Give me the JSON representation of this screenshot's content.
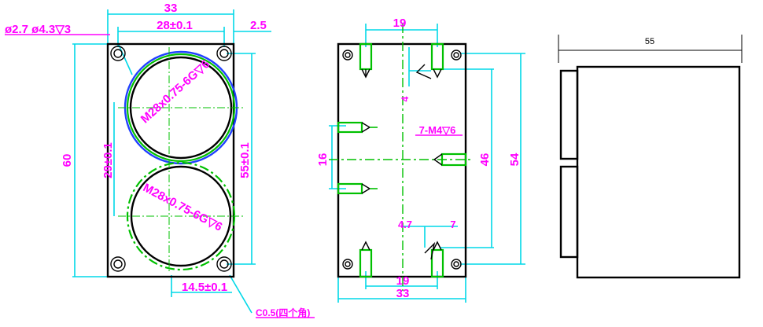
{
  "front_view": {
    "dim_top_width": "33",
    "dim_hole_label": "ø2.7 ø4.3▽3",
    "dim_inner_width": "28±0.1",
    "dim_edge_offset": "2.5",
    "dim_height": "60",
    "dim_center_spacing": "29±0.1",
    "dim_hole_spacing": "55±0.1",
    "dim_bottom": "14.5±0.1",
    "thread_top": "M28x0.75-6G▽6",
    "thread_bottom": "M28x0.75-6G▽6",
    "chamfer_note": "C0.5(四个角)"
  },
  "rear_view": {
    "dim_top": "19",
    "dim_small_4": "4",
    "dim_threads": "7-M4▽6",
    "dim_16": "16",
    "dim_46": "46",
    "dim_54": "54",
    "dim_4_7": "4.7",
    "dim_7": "7",
    "dim_bottom_19": "19",
    "dim_bottom_33": "33"
  },
  "side_view": {
    "dim_width": "55"
  },
  "colors": {
    "dimension": "#ff00ff",
    "extension": "#00d8e8",
    "outline": "#000000",
    "thread": "#00c000",
    "thread_inner": "#2040ff"
  }
}
